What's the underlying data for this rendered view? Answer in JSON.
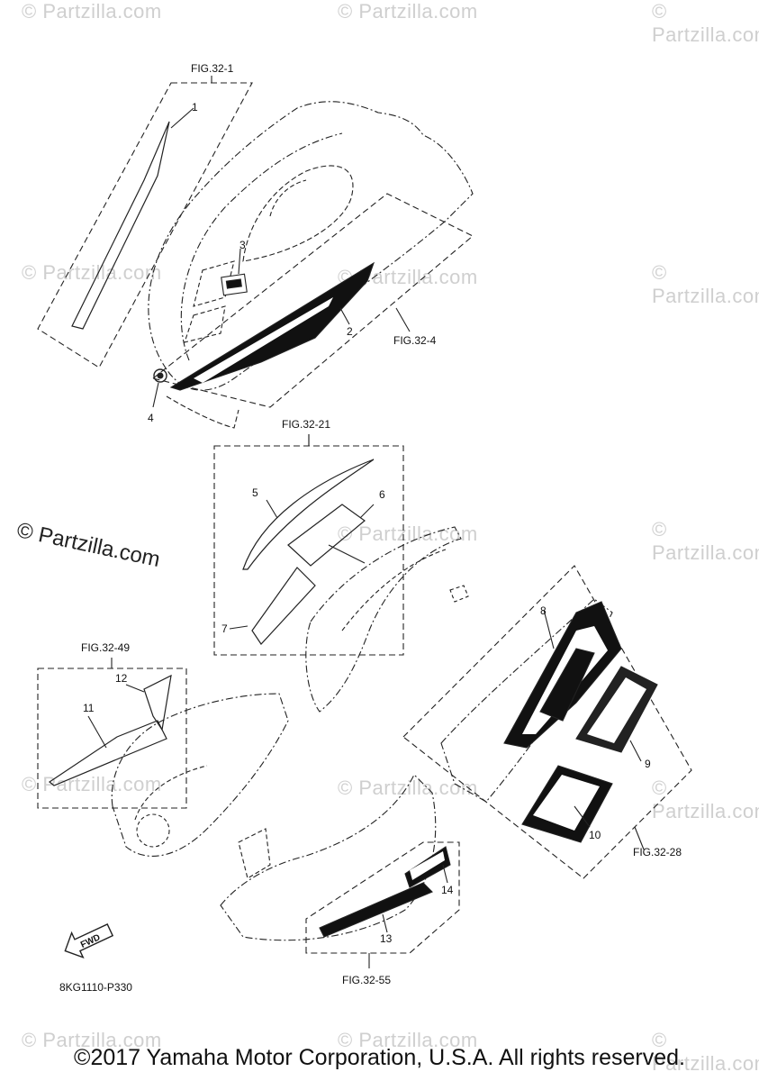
{
  "watermark": {
    "text": "© Partzilla.com",
    "large_text": "© Partzilla.com"
  },
  "figure_refs": {
    "fig1": "FIG.32-1",
    "fig4": "FIG.32-4",
    "fig21": "FIG.32-21",
    "fig49": "FIG.32-49",
    "fig28": "FIG.32-28",
    "fig55": "FIG.32-55"
  },
  "callouts": {
    "c1": "1",
    "c2": "2",
    "c3": "3",
    "c4": "4",
    "c5": "5",
    "c6": "6",
    "c7": "7",
    "c8": "8",
    "c9": "9",
    "c10": "10",
    "c11": "11",
    "c12": "12",
    "c13": "13",
    "c14": "14"
  },
  "fwd_label": "FWD",
  "diagram_code": "8KG1110-P330",
  "footer": {
    "copyright": "©2017 Yamaha Motor Corporation, U.S.A. All rights reserved."
  },
  "colors": {
    "line": "#222222",
    "watermark": "#cfcfcf",
    "decal_fill": "#111111"
  }
}
